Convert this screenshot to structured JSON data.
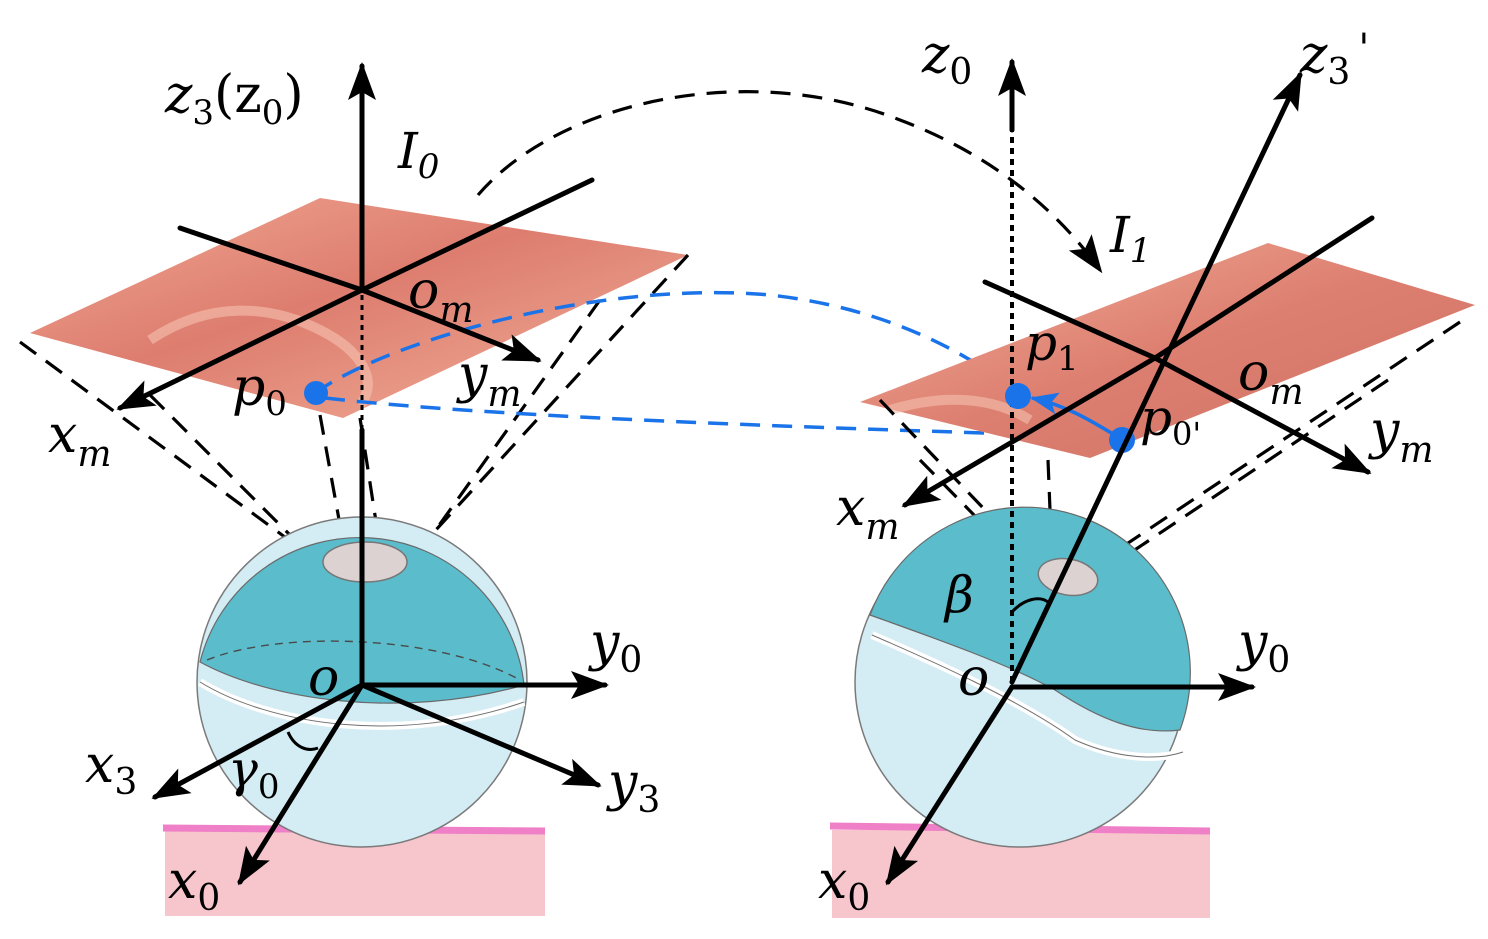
{
  "left": {
    "z_axis": {
      "base": "z",
      "sub": "3",
      "paren": "(z",
      "paren_sub": "0",
      "close": ")"
    },
    "image_plane": {
      "base": "I",
      "sub": "0"
    },
    "om": {
      "base": "o",
      "sub": "m"
    },
    "xm": {
      "base": "x",
      "sub": "m"
    },
    "ym": {
      "base": "y",
      "sub": "m"
    },
    "p0": {
      "base": "p",
      "sub": "0"
    },
    "origin": "o",
    "y0": {
      "base": "y",
      "sub": "0"
    },
    "x3": {
      "base": "x",
      "sub": "3"
    },
    "y3": {
      "base": "y",
      "sub": "3"
    },
    "gamma": {
      "base": "γ",
      "sub": "0"
    },
    "x0": {
      "base": "x",
      "sub": "0"
    }
  },
  "right": {
    "z0": {
      "base": "z",
      "sub": "0"
    },
    "z3p": {
      "base": "z",
      "sub": "3",
      "prime": "'"
    },
    "image_plane": {
      "base": "I",
      "sub": "1"
    },
    "p1": {
      "base": "p",
      "sub": "1"
    },
    "p0p": {
      "base": "p",
      "sub": "0'"
    },
    "om": {
      "base": "o",
      "sub": "m"
    },
    "xm": {
      "base": "x",
      "sub": "m"
    },
    "ym": {
      "base": "y",
      "sub": "m"
    },
    "beta": "β",
    "origin": "o",
    "y0": {
      "base": "y",
      "sub": "0"
    },
    "x0": {
      "base": "x",
      "sub": "0"
    }
  },
  "colors": {
    "sphere_top": "#5bbccc",
    "sphere_bottom": "#d4ecf3",
    "tissue_plane": "#e8907f",
    "ground": "#f7c6cc",
    "ground_line": "#ef7fc6",
    "blue_path": "#1a73e8"
  }
}
